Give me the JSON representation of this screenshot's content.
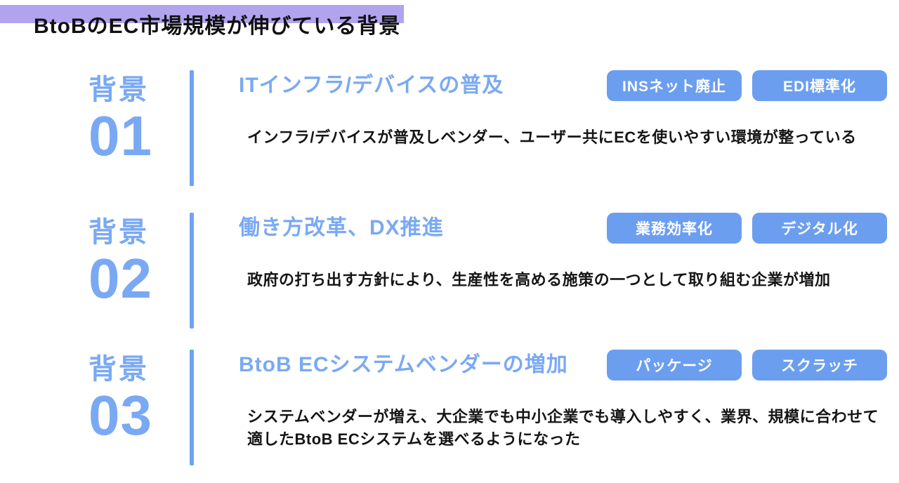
{
  "page": {
    "title": "BtoBのEC市場規模が伸びている背景"
  },
  "colors": {
    "title_highlight": "#b2a3ee",
    "accent_light_blue": "#7aa9f4",
    "divider_blue": "#6fa2f2",
    "badge_background": "#6c9ef0",
    "badge_text": "#ffffff",
    "body_text": "#151515"
  },
  "sections": [
    {
      "label": "背景",
      "number": "01",
      "heading": "ITインフラ/デバイスの普及",
      "badges": [
        "INSネット廃止",
        "EDI標準化"
      ],
      "description": "インフラ/デバイスが普及しベンダー、ユーザー共にECを使いやすい環境が整っている"
    },
    {
      "label": "背景",
      "number": "02",
      "heading": "働き方改革、DX推進",
      "badges": [
        "業務効率化",
        "デジタル化"
      ],
      "description": "政府の打ち出す方針により、生産性を高める施策の一つとして取り組む企業が増加"
    },
    {
      "label": "背景",
      "number": "03",
      "heading": "BtoB ECシステムベンダーの増加",
      "badges": [
        "パッケージ",
        "スクラッチ"
      ],
      "description": "システムベンダーが増え、大企業でも中小企業でも導入しやすく、業界、規模に合わせて適したBtoB ECシステムを選べるようになった"
    }
  ]
}
